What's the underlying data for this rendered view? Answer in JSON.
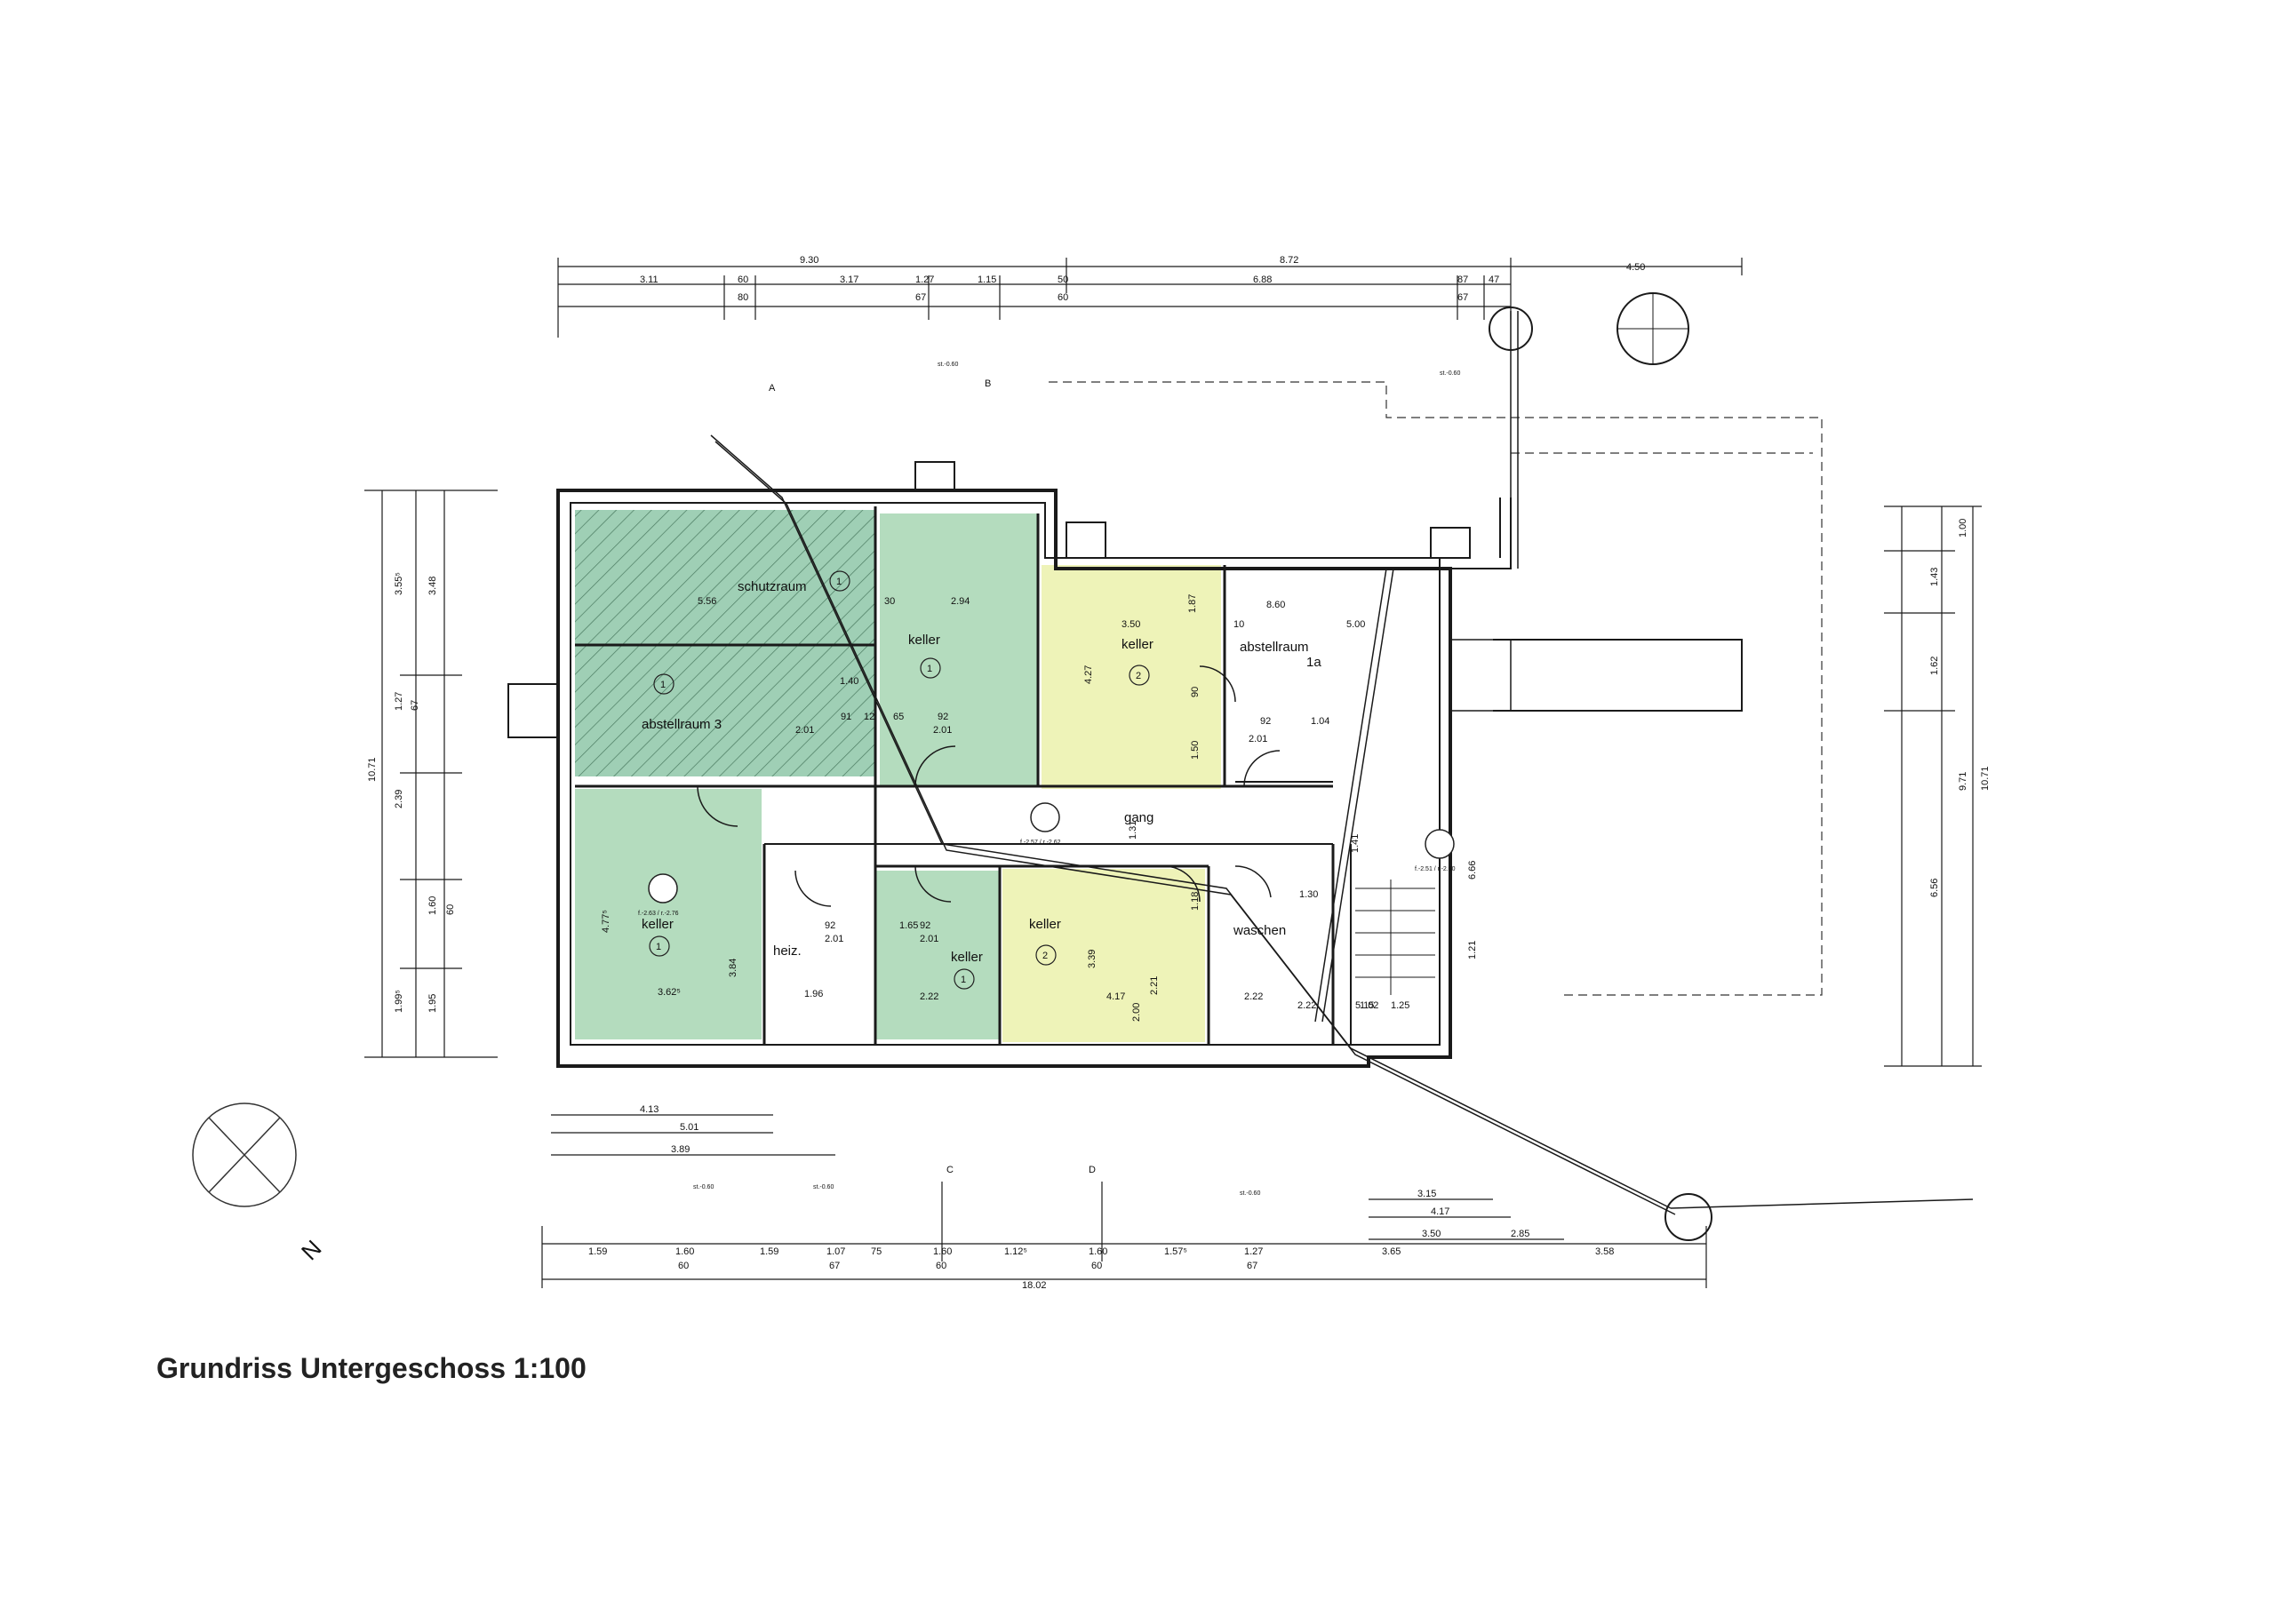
{
  "caption": "Grundriss Untergeschoss 1:100",
  "north_label": "N",
  "colors": {
    "green_room": "#b4dcbe",
    "yellow_room": "#eef3b8",
    "hatched_room": "#9fcfb5",
    "line": "#1a1a1a"
  },
  "rooms": {
    "schutzraum": "schutzraum",
    "abstellraum_3": "abstellraum 3",
    "keller_top": "keller",
    "keller_top_yellow": "keller",
    "abstellraum_1a": "abstellraum",
    "abstellraum_1a_num": "1a",
    "keller_left": "keller",
    "heiz": "heiz.",
    "keller_small": "keller",
    "keller_bottom_yellow": "keller",
    "waschen": "waschen",
    "gang": "gang"
  },
  "room_numbers": [
    "1",
    "1",
    "1",
    "2",
    "1",
    "1",
    "2"
  ],
  "dims_top_row1": [
    "9.30",
    "8.72",
    "4.50"
  ],
  "dims_top_row2": [
    "3.11",
    "60",
    "3.17",
    "1.27",
    "1.15",
    "50",
    "6.88",
    "87",
    "47"
  ],
  "dims_top_row2_sub": [
    "80",
    "67",
    "60",
    "67"
  ],
  "dims_bottom_row1": [
    "1.59",
    "1.60",
    "1.59",
    "1.07",
    "75",
    "1.60",
    "1.12⁵",
    "1.60",
    "1.57⁵",
    "1.27",
    "3.65",
    "3.58"
  ],
  "dims_bottom_row1_sub": [
    "60",
    "67",
    "60",
    "60",
    "67"
  ],
  "dims_bottom_total": "18.02",
  "dims_bottom_left": [
    "4.13",
    "5.01",
    "3.89"
  ],
  "dims_bottom_right": [
    "3.15",
    "4.17",
    "3.50",
    "2.85"
  ],
  "dims_left": [
    "3.55⁵",
    "3.48",
    "1.27",
    "67",
    "2.39",
    "10.71",
    "1.60",
    "60",
    "1.99⁵",
    "1.95"
  ],
  "dims_right": [
    "1.00",
    "1.43",
    "1.62",
    "9.71",
    "10.71",
    "6.56"
  ],
  "dims_inside": [
    "5.56",
    "30",
    "2.94",
    "3.50",
    "1.87",
    "8.60",
    "5.00",
    "10",
    "4.27",
    "90",
    "1.50",
    "92",
    "1.04",
    "2.01",
    "1.40",
    "1.65",
    "91",
    "12",
    "65",
    "92",
    "2.01",
    "2.01",
    "4.77⁵",
    "3.84",
    "3.62⁵",
    "1.96",
    "2.22",
    "4.17",
    "3.39",
    "2.21",
    "2.00",
    "1.18",
    "1.30",
    "2.22",
    "1.25",
    "1.02",
    "1.31",
    "1.41",
    "6.66",
    "1.21",
    "5.15",
    "92",
    "2.01",
    "92",
    "2.01",
    "2.22"
  ],
  "levels": [
    "f.-2.57 / r.-2.62",
    "f.-2.63 / r.-2.76",
    "f.-2.51 / r.-2.60"
  ],
  "annotations": [
    "st.-0.60",
    "st.-0.60",
    "st.-0.60",
    "st.-0.60",
    "st.-0.60"
  ],
  "section_markers": [
    "A",
    "B",
    "C",
    "D"
  ]
}
